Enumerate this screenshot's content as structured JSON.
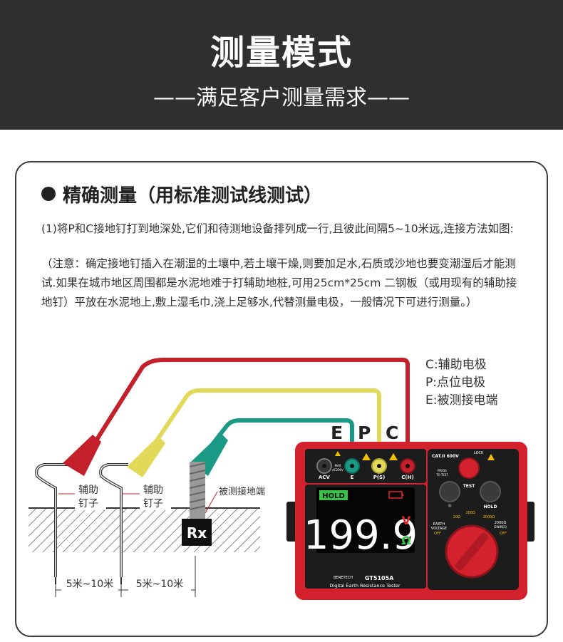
{
  "header": {
    "title": "测量模式",
    "subtitle": "——满足客户测量需求——"
  },
  "section": {
    "title": "精确测量（用标准测试线测试）",
    "para1": "(1)将P和C接地钉打到地深处,它们和待测地设备排列成一行,且彼此间隔5~10米远,连接方法如图:",
    "para2": "（注意：确定接地钉插入在潮湿的土壤中,若土壤干燥,则要加足水,石质或沙地也要变潮湿后才能测试.如果在城市地区周围都是水泥地难于打辅助地桩,可用25cm*25cm 二钢板（或用现有的辅助接地钉）平放在水泥地上,敷上湿毛巾,浇上足够水,代替测量电极，一般情况下可进行测量。）"
  },
  "legend": {
    "c": "C:辅助电极",
    "p": "P:点位电极",
    "e": "E:被测接电端"
  },
  "terminal_letters": {
    "e": "E",
    "p": "P",
    "c": "C"
  },
  "diagram": {
    "aux_rod_label_1": "辅助",
    "aux_rod_label_2": "钉子",
    "device_label": "被测接地端",
    "rx_label": "Rx",
    "distance_1": "5米~10米",
    "distance_2": "5米~10米"
  },
  "device": {
    "cat_label": "CAT.II 600V",
    "lock_label": "LOCK",
    "press_label_1": "PRESS",
    "press_label_2": "TO TEST",
    "test_label": "TEST",
    "hold_button_label": "HOLD",
    "acv_label": "ACV",
    "max_label_1": "MAX",
    "max_label_2": "AC200V",
    "term_e": "E",
    "term_p": "P(S)",
    "term_c": "C(H)",
    "hold_indicator": "HOLD",
    "reading": "199.9",
    "unit_v": "V",
    "unit_ohm": "Ω",
    "brand": "BENETECH",
    "model": "GT5105A",
    "product_name": "Digital Earth Resistance Tester",
    "range_20": "20Ω",
    "range_200": "200Ω",
    "range_2000": "2000Ω",
    "range_2000_2w_1": "2000Ω",
    "range_2000_2w_2": "(2WIRES)",
    "earth_label_1": "EARTH",
    "earth_label_2": "VOLTAGE",
    "off_left": "OFF",
    "off_right": "OFF"
  },
  "colors": {
    "header_bg": "#2f2f2f",
    "wire_c": "#c4202b",
    "wire_p": "#e2d959",
    "wire_e": "#1a9a85",
    "device_red": "#d3212d",
    "device_black": "#1c1c1c",
    "lcd_red": "#e8252f",
    "lcd_green": "#38c24a"
  }
}
